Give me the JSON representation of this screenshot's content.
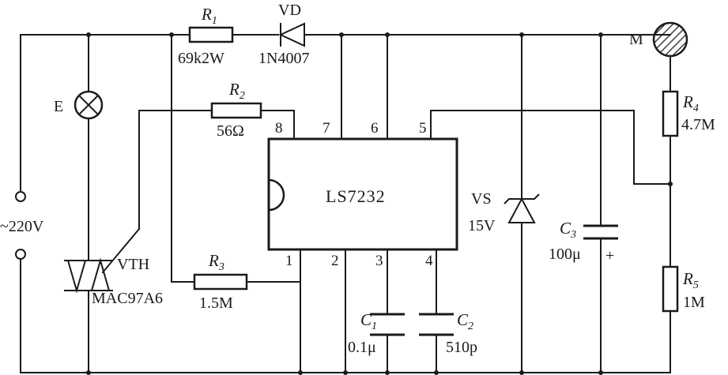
{
  "ic": {
    "name": "LS7232",
    "pins": [
      "1",
      "2",
      "3",
      "4",
      "5",
      "6",
      "7",
      "8"
    ]
  },
  "components": {
    "r1": {
      "designator": "R",
      "index": "1",
      "value": "69k2W"
    },
    "vd": {
      "designator": "VD",
      "value": "1N4007"
    },
    "r2": {
      "designator": "R",
      "index": "2",
      "value": "56Ω"
    },
    "r3": {
      "designator": "R",
      "index": "3",
      "value": "1.5M"
    },
    "r4": {
      "designator": "R",
      "index": "4",
      "value": "4.7M"
    },
    "r5": {
      "designator": "R",
      "index": "5",
      "value": "1M"
    },
    "c1": {
      "designator": "C",
      "index": "1",
      "value": "0.1μ"
    },
    "c2": {
      "designator": "C",
      "index": "2",
      "value": "510p"
    },
    "c3": {
      "designator": "C",
      "index": "3",
      "value": "100μ",
      "polarity": "+"
    },
    "vs": {
      "designator": "VS",
      "value": "15V"
    },
    "vth": {
      "designator": "VTH",
      "value": "MAC97A6"
    },
    "lamp": {
      "designator": "E"
    },
    "touch": {
      "designator": "M"
    }
  },
  "supply": {
    "label": "~220V"
  }
}
